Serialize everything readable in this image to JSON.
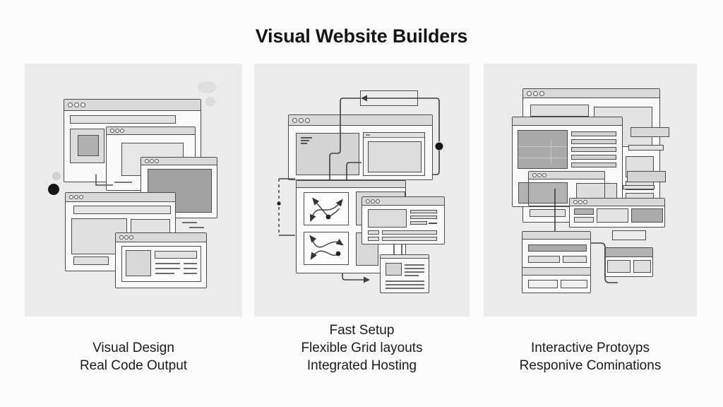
{
  "page": {
    "title": "Visual Website Builders",
    "background": "#fcfcfc"
  },
  "panels": [
    {
      "name": "visual-design",
      "caption": [
        "Visual Design",
        "Real Code Output"
      ]
    },
    {
      "name": "fast-setup",
      "caption": [
        "Fast Setup",
        "Flexible Grid layouts",
        "Integrated Hosting"
      ]
    },
    {
      "name": "interactive-prototypes",
      "caption": [
        "Interactive Protoyps",
        "Responive Cominations"
      ]
    }
  ],
  "colors": {
    "panel_bg": "#ebebeb",
    "window_bg": "#f9f9f9",
    "titlebar": "#d9d9d9",
    "outline": "#4c4c4c",
    "block_light": "#e3e3e3",
    "block_mid": "#d2d2d2",
    "block_dark": "#a8a8a8",
    "accent_black": "#161616"
  },
  "icons": {
    "window_dots": "three window control dots",
    "back_arrow": "left arrow",
    "flow_arrow": "right arrow"
  }
}
